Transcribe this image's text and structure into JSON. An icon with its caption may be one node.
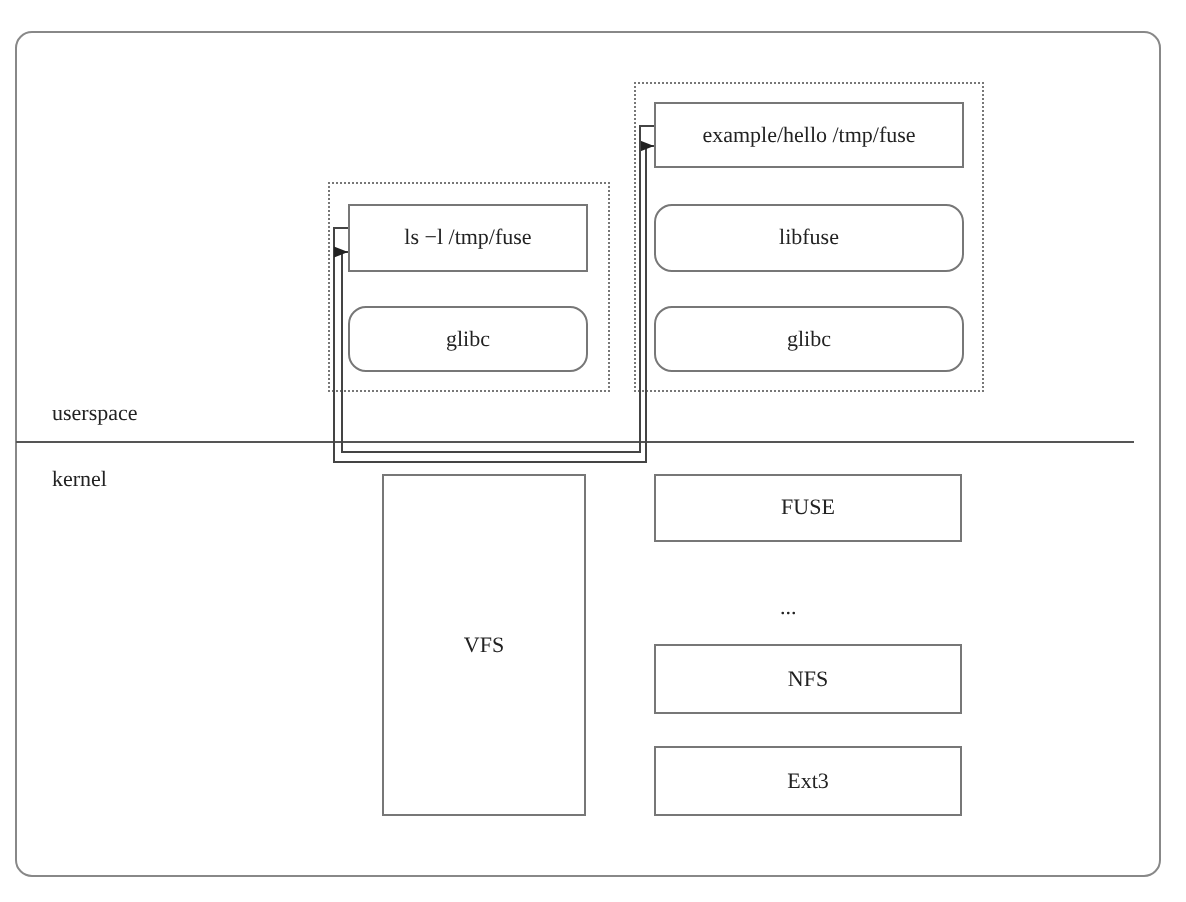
{
  "diagram": {
    "nodes": [
      {
        "text": [],
        "shape": "box"
      },
      {
        "text": [
          "ls −l /tmp/fuse"
        ],
        "in": 0
      },
      {
        "text": [
          "glibc"
        ],
        "in": 0
      },
      {
        "text": [],
        "shape": "box"
      },
      {
        "text": [
          "example/hello /tmp/fuse"
        ],
        "in": 3
      },
      {
        "text": [
          "libfuse"
        ],
        "in": 3
      },
      {
        "text": [
          "glibc"
        ],
        "in": 3
      },
      {
        "text": [
          "VFS"
        ]
      },
      {
        "text": [
          "FUSE"
        ]
      },
      {
        "text": [
          "NFS"
        ]
      },
      {
        "text": [
          "Ext3"
        ]
      }
    ],
    "edges": [
      {
        "from": 1,
        "to": 4,
        "arrow": "to"
      },
      {
        "from": 4,
        "to": 1,
        "arrow": "to"
      }
    ],
    "labels": [
      "userspace",
      "kernel",
      "..."
    ]
  }
}
